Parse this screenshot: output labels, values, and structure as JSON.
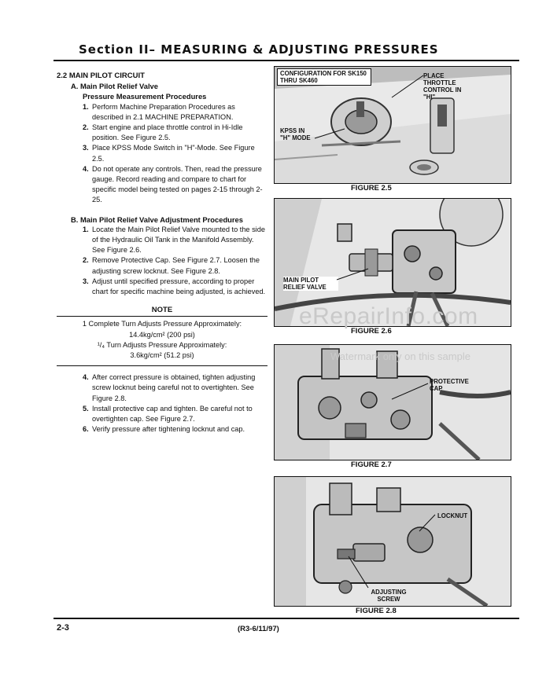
{
  "header": {
    "title": "Section II– MEASURING & ADJUSTING PRESSURES"
  },
  "left": {
    "section": "2.2 MAIN PILOT CIRCUIT",
    "sub_a": "A. Main Pilot Relief Valve",
    "sub_a2": "Pressure Measurement Procedures",
    "steps_a": [
      {
        "num": "1.",
        "text": "Perform Machine Preparation Procedures as described in 2.1 MACHINE PREPARATION."
      },
      {
        "num": "2.",
        "text": "Start engine and place throttle control in Hi-Idle position. See Figure 2.5."
      },
      {
        "num": "3.",
        "text": "Place KPSS Mode Switch in \"H\"-Mode. See Figure 2.5."
      },
      {
        "num": "4.",
        "text": "Do not operate any controls. Then, read the pressure gauge. Record reading and compare to chart for specific model being tested on pages 2-15 through 2-25."
      }
    ],
    "sub_b": "B. Main Pilot Relief Valve Adjustment Procedures",
    "steps_b": [
      {
        "num": "1.",
        "text": "Locate the Main Pilot Relief Valve mounted to the side of the Hydraulic Oil Tank in the Manifold Assembly. See Figure 2.6."
      },
      {
        "num": "2.",
        "text": "Remove Protective Cap.  See Figure 2.7. Loosen the adjusting screw locknut. See Figure 2.8."
      },
      {
        "num": "3.",
        "text": "Adjust until specified pressure, according to proper chart for specific machine being adjusted, is achieved."
      }
    ],
    "note": {
      "title": "NOTE",
      "line1": "1 Complete Turn Adjusts Pressure Approximately:",
      "line2": "14.4kg/cm² (200 psi)",
      "line3": "¹/₄ Turn Adjusts Pressure Approximately:",
      "line4": "3.6kg/cm² (51.2 psi)"
    },
    "steps_c": [
      {
        "num": "4.",
        "text": "After correct pressure is obtained, tighten adjusting screw locknut being careful not to overtighten. See Figure 2.8."
      },
      {
        "num": "5.",
        "text": "Install protective cap and tighten. Be careful not to overtighten cap. See Figure 2.7."
      },
      {
        "num": "6.",
        "text": "Verify pressure after tightening locknut and cap."
      }
    ]
  },
  "figures": {
    "f25": {
      "caption": "FIGURE 2.5",
      "config_label": "CONFIGURATION FOR SK150 THRU SK460",
      "throttle_label": "PLACE THROTTLE CONTROL IN \"HI\"",
      "kpss_label": "KPSS IN \"H\" MODE"
    },
    "f26": {
      "caption": "FIGURE 2.6",
      "valve_label": "MAIN PILOT RELIEF VALVE"
    },
    "f27": {
      "caption": "FIGURE 2.7",
      "cap_label": "PROTECTIVE CAP"
    },
    "f28": {
      "caption": "FIGURE 2.8",
      "locknut_label": "LOCKNUT",
      "screw_label": "ADJUSTING SCREW"
    }
  },
  "footer": {
    "page": "2-3",
    "revision": "(R3-6/11/97)"
  },
  "watermark": {
    "main": "eRepairInfo.com",
    "sub": "Watermark only on this sample"
  }
}
